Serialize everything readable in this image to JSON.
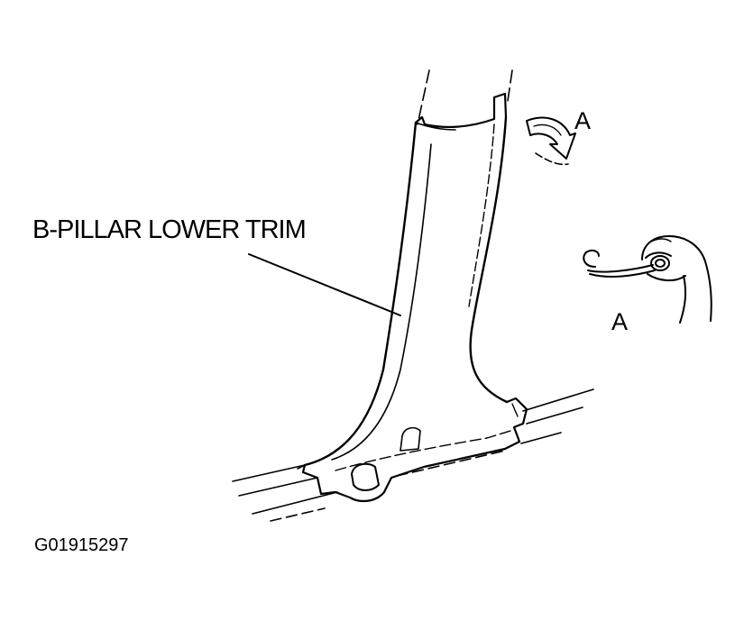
{
  "labels": {
    "part_name": "B-PILLAR LOWER TRIM",
    "arrow_marker": "A",
    "detail_marker": "A",
    "figure_id": "G01915297"
  },
  "illustration": {
    "components": [
      "b-pillar-trim",
      "door-sill-rail",
      "rotation-arrow",
      "clip-removal-detail"
    ]
  }
}
